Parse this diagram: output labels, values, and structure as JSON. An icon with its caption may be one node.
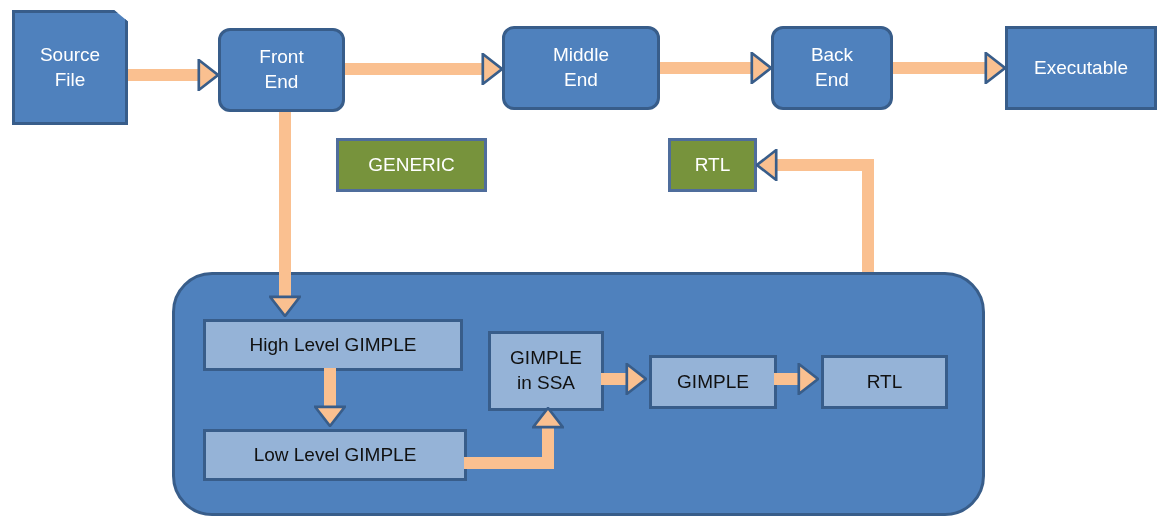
{
  "diagram": {
    "nodes": [
      {
        "text": [
          "Source File"
        ]
      },
      {
        "text": [
          "Front End"
        ]
      },
      {
        "text": [
          "Middle End"
        ]
      },
      {
        "text": [
          "Back End"
        ]
      },
      {
        "text": [
          "Executable"
        ]
      },
      {
        "text": [
          "GENERIC"
        ]
      },
      {
        "text": [
          "RTL"
        ]
      },
      {
        "text": [],
        "shape": "box"
      },
      {
        "text": [
          "High Level GIMPLE"
        ],
        "in": 7
      },
      {
        "text": [
          "Low Level GIMPLE"
        ],
        "in": 7
      },
      {
        "text": [
          "GIMPLE in SSA"
        ],
        "in": 7
      },
      {
        "text": [
          "GIMPLE"
        ],
        "in": 7
      },
      {
        "text": [
          "RTL"
        ],
        "in": 7
      }
    ],
    "edges": [
      {
        "from": 0,
        "to": 1,
        "arrow": "to"
      },
      {
        "from": 1,
        "to": 2,
        "arrow": "to"
      },
      {
        "from": 2,
        "to": 3,
        "arrow": "to"
      },
      {
        "from": 3,
        "to": 4,
        "arrow": "to"
      },
      {
        "from": 1,
        "to": 8,
        "arrow": "to"
      },
      {
        "from": 8,
        "to": 9,
        "arrow": "to"
      },
      {
        "from": 9,
        "to": 10,
        "arrow": "to"
      },
      {
        "from": 10,
        "to": 11,
        "arrow": "to"
      },
      {
        "from": 11,
        "to": 12,
        "arrow": "to"
      },
      {
        "from": 7,
        "to": 6,
        "arrow": "to"
      }
    ]
  }
}
